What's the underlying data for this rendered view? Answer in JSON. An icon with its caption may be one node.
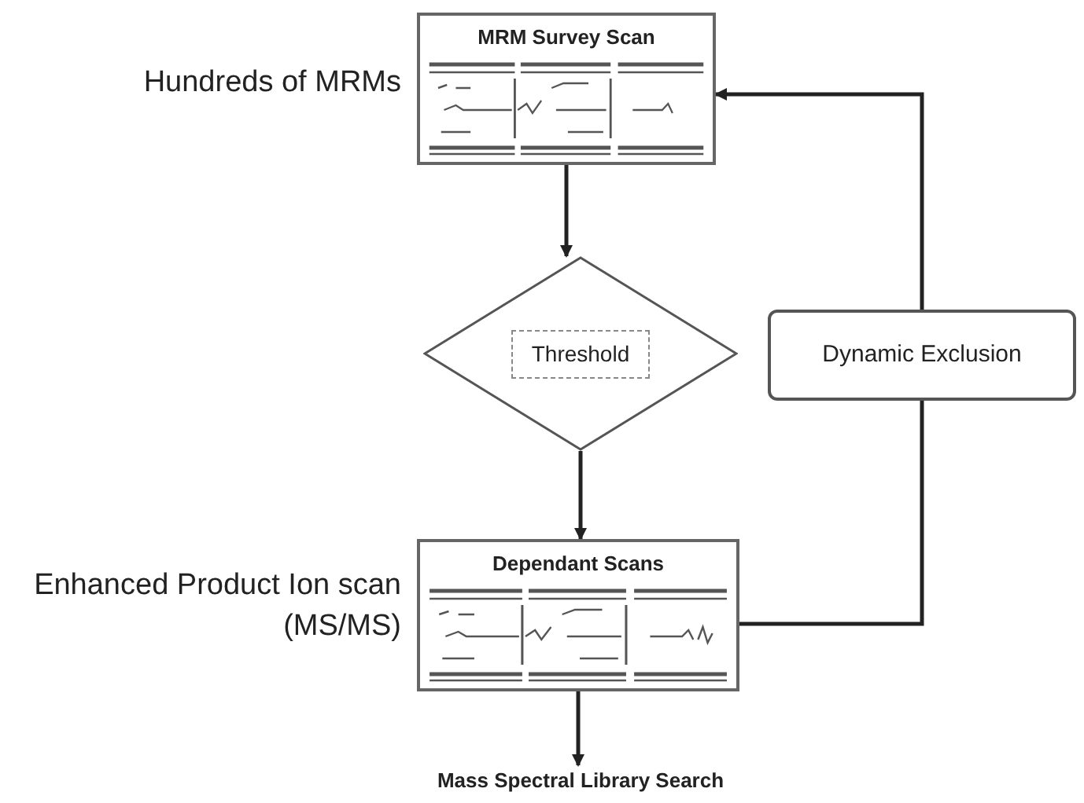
{
  "diagram": {
    "nodes": [
      {
        "text": [
          "MRM Survey Scan"
        ],
        "beside": [
          "Hundreds of MRMs"
        ]
      },
      {
        "text": [
          "Threshold"
        ]
      },
      {
        "text": [
          "Dependant Scans"
        ],
        "beside": [
          "Enhanced Product Ion scan (MS/MS)"
        ]
      },
      {
        "text": [
          "Dynamic Exclusion"
        ]
      },
      {
        "text": [
          "Mass Spectral Library Search"
        ]
      }
    ],
    "edges": [
      {
        "from": 0,
        "to": 1,
        "arrow": "to"
      },
      {
        "from": 1,
        "to": 2,
        "arrow": "to"
      },
      {
        "from": 2,
        "to": 3,
        "arrow": "to"
      },
      {
        "from": 3,
        "to": 0,
        "arrow": "to"
      },
      {
        "from": 2,
        "to": 4,
        "arrow": "to"
      }
    ]
  }
}
